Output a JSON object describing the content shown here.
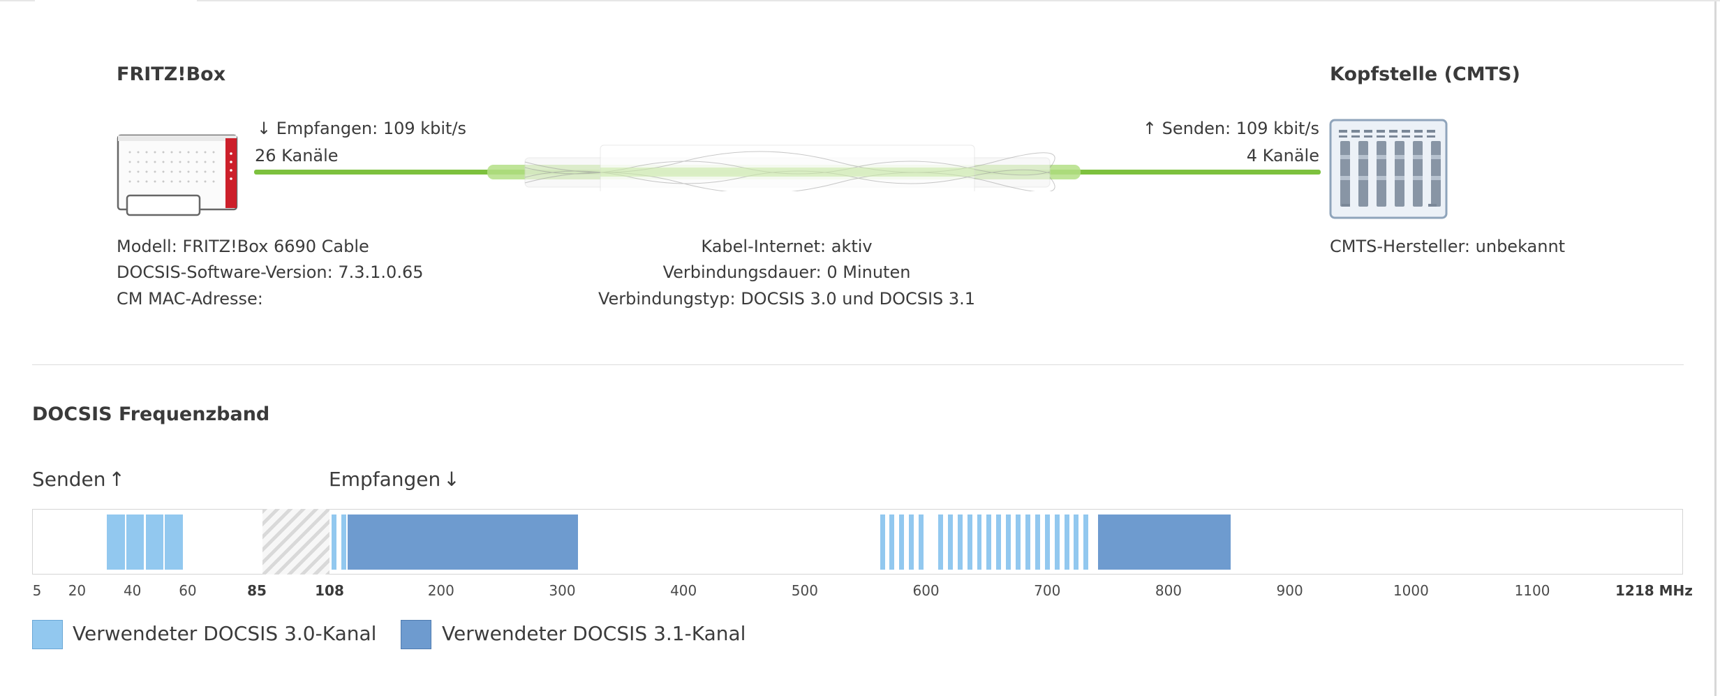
{
  "colors": {
    "docsis30": "#92c8ef",
    "docsis31": "#6e9bcf",
    "line": "#7dc13e",
    "line_glow": "#b4df86",
    "router_red": "#cc1f2a"
  },
  "fritzbox": {
    "title": "FRITZ!Box",
    "receive": "Empfangen: 109 kbit/s",
    "receive_channels": "26 Kanäle",
    "model": "Modell: FRITZ!Box 6690 Cable",
    "docsis_version": "DOCSIS-Software-Version: 7.3.1.0.65",
    "mac": "CM MAC-Adresse:"
  },
  "cmts": {
    "title": "Kopfstelle (CMTS)",
    "send": "Senden: 109 kbit/s",
    "send_channels": "4 Kanäle",
    "vendor": "CMTS-Hersteller: unbekannt"
  },
  "connection": {
    "status": "Kabel-Internet: aktiv",
    "duration": "Verbindungsdauer: 0 Minuten",
    "type": "Verbindungstyp: DOCSIS 3.0 und DOCSIS 3.1"
  },
  "band": {
    "title": "DOCSIS Frequenzband",
    "send_label": "Senden",
    "receive_label": "Empfangen",
    "axis": [
      {
        "label": "5",
        "bold": false
      },
      {
        "label": "20",
        "bold": false
      },
      {
        "label": "40",
        "bold": false
      },
      {
        "label": "60",
        "bold": false
      },
      {
        "label": "85",
        "bold": true
      },
      {
        "label": "108",
        "bold": true
      },
      {
        "label": "200",
        "bold": false
      },
      {
        "label": "300",
        "bold": false
      },
      {
        "label": "400",
        "bold": false
      },
      {
        "label": "500",
        "bold": false
      },
      {
        "label": "600",
        "bold": false
      },
      {
        "label": "700",
        "bold": false
      },
      {
        "label": "800",
        "bold": false
      },
      {
        "label": "900",
        "bold": false
      },
      {
        "label": "1000",
        "bold": false
      },
      {
        "label": "1100",
        "bold": false
      },
      {
        "label": "1218 MHz",
        "bold": true
      }
    ],
    "upstream_channels_mhz": [
      [
        30.8,
        37.2
      ],
      [
        37.8,
        44.2
      ],
      [
        44.8,
        51.2
      ],
      [
        51.8,
        58.2
      ]
    ],
    "downstream_30_channels_mhz": [
      [
        110,
        114
      ],
      [
        118,
        122
      ],
      [
        562,
        566
      ],
      [
        570,
        574
      ],
      [
        578,
        582
      ],
      [
        586,
        590
      ],
      [
        594,
        598
      ],
      [
        610,
        614
      ],
      [
        618,
        622
      ],
      [
        626,
        630
      ],
      [
        634,
        638
      ],
      [
        642,
        646
      ],
      [
        650,
        654
      ],
      [
        658,
        662
      ],
      [
        666,
        670
      ],
      [
        674,
        678
      ],
      [
        682,
        686
      ],
      [
        690,
        694
      ],
      [
        698,
        702
      ],
      [
        706,
        710
      ],
      [
        714,
        718
      ],
      [
        722,
        726
      ],
      [
        730,
        734
      ]
    ],
    "downstream_31_channels_mhz": [
      [
        123,
        313
      ],
      [
        742,
        851
      ]
    ],
    "legend": [
      {
        "label": "Verwendeter DOCSIS 3.0-Kanal",
        "color": "#92c8ef"
      },
      {
        "label": "Verwendeter DOCSIS 3.1-Kanal",
        "color": "#6e9bcf"
      }
    ]
  }
}
